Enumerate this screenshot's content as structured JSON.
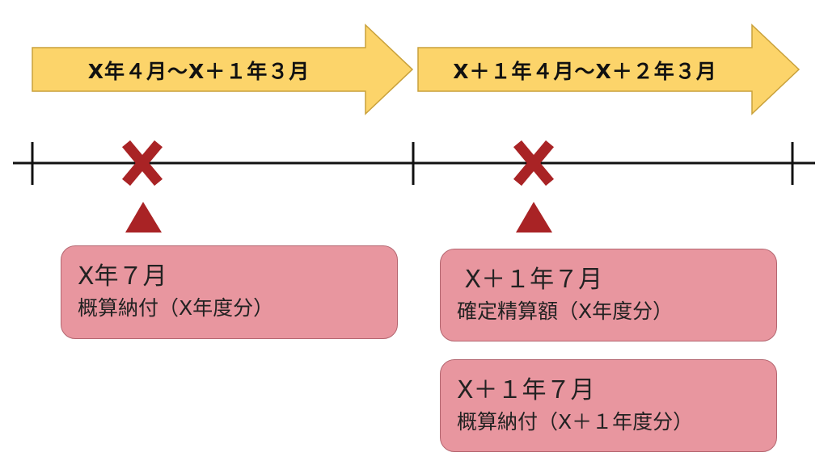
{
  "colors": {
    "arrow_fill": "#fcd46a",
    "arrow_stroke": "#c9a13b",
    "timeline": "#111111",
    "marker": "#a92325",
    "box_fill": "#e8969f",
    "box_border": "#b46670"
  },
  "periods": [
    {
      "label": "X年４月～X＋１年３月"
    },
    {
      "label": "X＋１年４月～X＋２年３月"
    }
  ],
  "markers": [
    {
      "icon": "cross-icon",
      "pointer": "triangle-up-icon"
    },
    {
      "icon": "cross-icon",
      "pointer": "triangle-up-icon"
    }
  ],
  "events": [
    {
      "date": "X年７月",
      "desc": "概算納付（X年度分）"
    },
    {
      "date": " X＋１年７月",
      "desc": "確定精算額（X年度分）"
    },
    {
      "date": "X＋１年７月",
      "desc": "概算納付（X＋１年度分）"
    }
  ]
}
